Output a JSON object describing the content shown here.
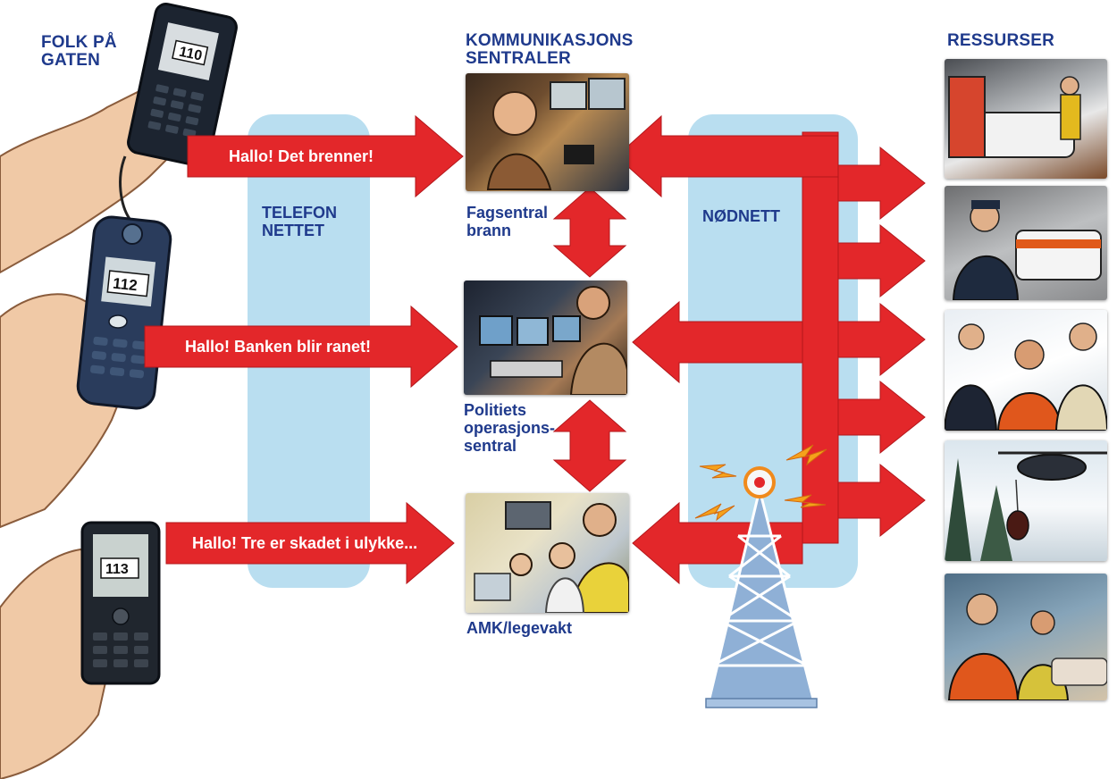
{
  "headers": {
    "people": "FOLK PÅ\nGATEN",
    "centrals": "KOMMUNIKASJONS\nSENTRALER",
    "resources": "RESSURSER"
  },
  "networks": {
    "telephone": "TELEFON\nNETTET",
    "emergency": "NØDNETT"
  },
  "calls": [
    {
      "number": "110",
      "message": "Hallo! Det brenner!"
    },
    {
      "number": "112",
      "message": "Hallo! Banken blir ranet!"
    },
    {
      "number": "113",
      "message": "Hallo! Tre er skadet i ulykke..."
    }
  ],
  "centrals": [
    {
      "label": "Fagsentral\nbrann"
    },
    {
      "label": "Politiets\noperasjons-\nsentral"
    },
    {
      "label": "AMK/legevakt"
    }
  ],
  "resources": [
    {
      "name": "fire-vehicles-photo"
    },
    {
      "name": "police-officer-car-photo"
    },
    {
      "name": "rescue-crew-photo"
    },
    {
      "name": "helicopter-photo"
    },
    {
      "name": "ambulance-interior-photo"
    }
  ],
  "colors": {
    "arrow": "#e3272a",
    "band": "#b9def0",
    "text_blue": "#1f3a8c",
    "tower": "#8fb0d6"
  }
}
